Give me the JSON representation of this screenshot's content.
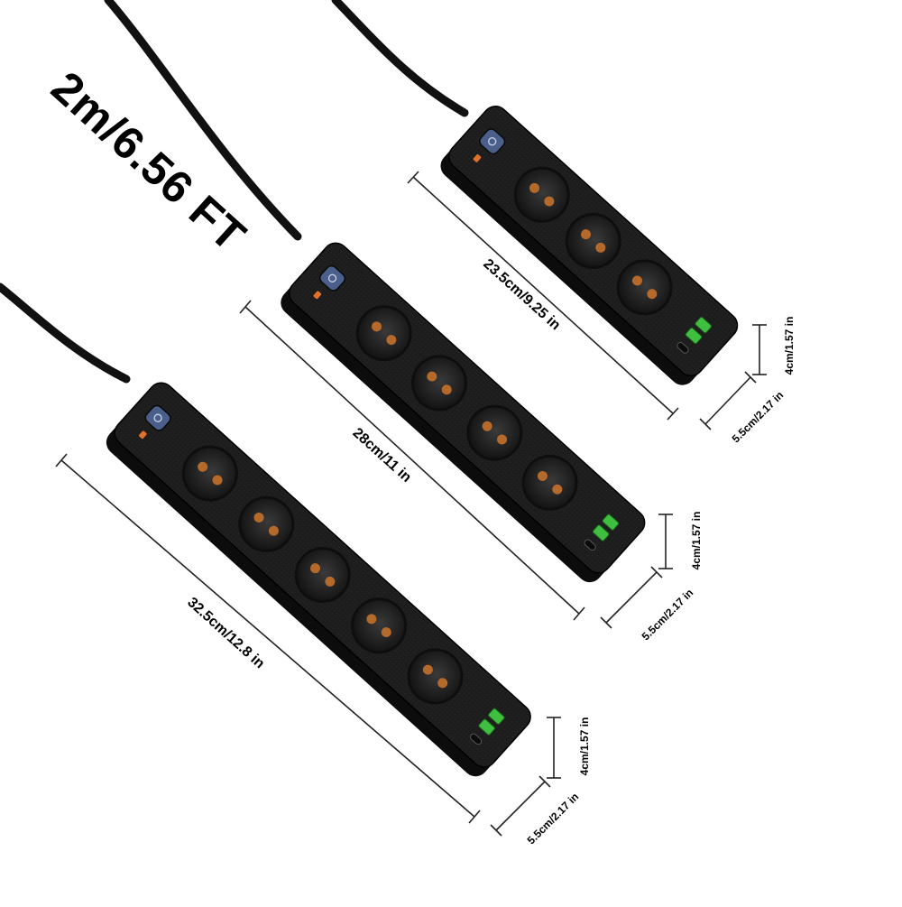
{
  "headline": "2m/6.56 FT",
  "strips": [
    {
      "name": "3-outlet strip",
      "outlets": 3,
      "usb_a_ports": 2,
      "usb_c_ports": 1,
      "length_label": "23.5cm/9.25 in",
      "height_label": "4cm/1.57 in",
      "width_label": "5.5cm/2.17 in"
    },
    {
      "name": "4-outlet strip",
      "outlets": 4,
      "usb_a_ports": 2,
      "usb_c_ports": 1,
      "length_label": "28cm/11 in",
      "height_label": "4cm/1.57 in",
      "width_label": "5.5cm/2.17 in"
    },
    {
      "name": "5-outlet strip",
      "outlets": 5,
      "usb_a_ports": 2,
      "usb_c_ports": 1,
      "length_label": "32.5cm/12.8 in",
      "height_label": "4cm/1.57 in",
      "width_label": "5.5cm/2.17 in"
    }
  ],
  "colors": {
    "background": "#ffffff",
    "body": "#1d1d1d",
    "body_edge": "#0c0c0c",
    "outlet_recess": "#2a2a2a",
    "pin_copper": "#b5692a",
    "usb_green": "#3fbf3f",
    "switch_blue": "#4a5f8a",
    "indicator_orange": "#e0702a",
    "dimension_line": "#222222"
  }
}
